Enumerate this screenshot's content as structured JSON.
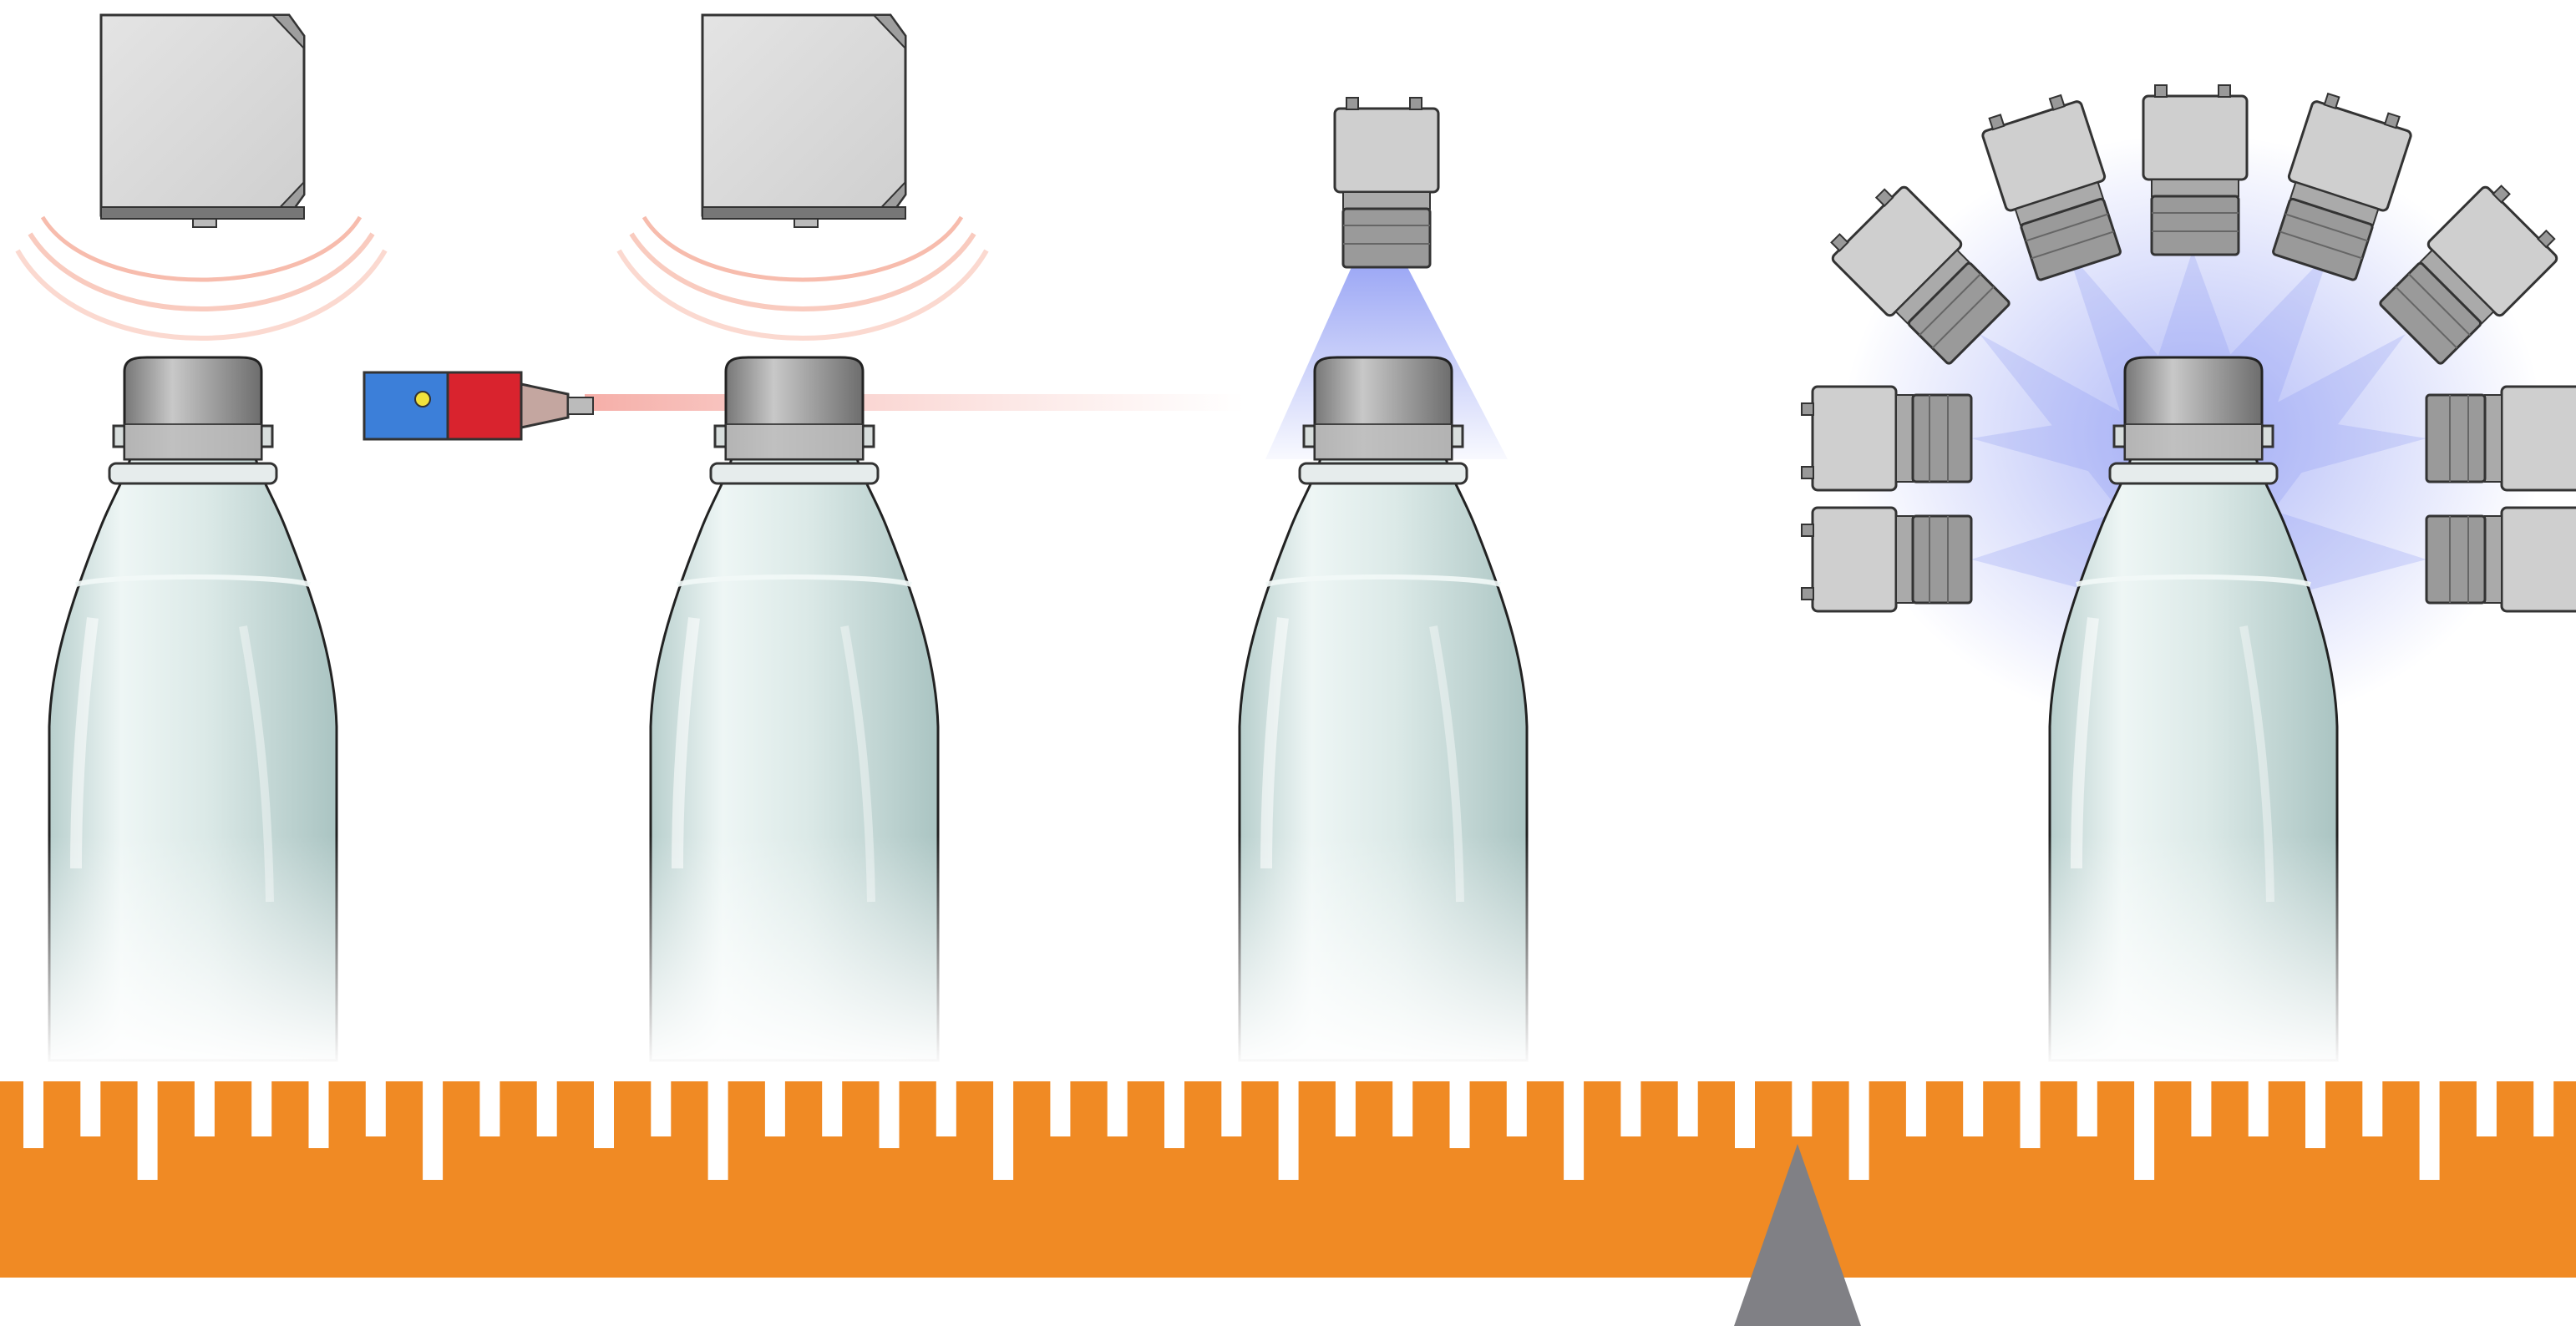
{
  "colors": {
    "background": "#ffffff",
    "scale_orange": "#f08a24",
    "pointer_gray": "#808085",
    "sensor_body_gray": "#d9d9d9",
    "ultrasonic_wave_red": "#f4a08a",
    "photoelectric_blue": "#3c7fd9",
    "photoelectric_red": "#d9232e",
    "laser_beam_red": "#f6b6b0",
    "camera_light_blue": "#7d8cf2",
    "bottle_liquid": "#cfe6e4",
    "cap_gray": "#8c8c8c"
  },
  "stations": [
    {
      "id": "ultrasonic-sensor",
      "icon": "ultrasonic-sensor-icon"
    },
    {
      "id": "ultrasonic-with-photoelectric-trigger",
      "icon": "photoelectric-sensor-icon"
    },
    {
      "id": "single-camera-top-view",
      "icon": "camera-icon"
    },
    {
      "id": "multi-camera-array",
      "icon": "camera-array-icon",
      "camera_count": 9
    }
  ],
  "scale": {
    "tick_count": 45,
    "pointer": "triangle-pointer"
  }
}
